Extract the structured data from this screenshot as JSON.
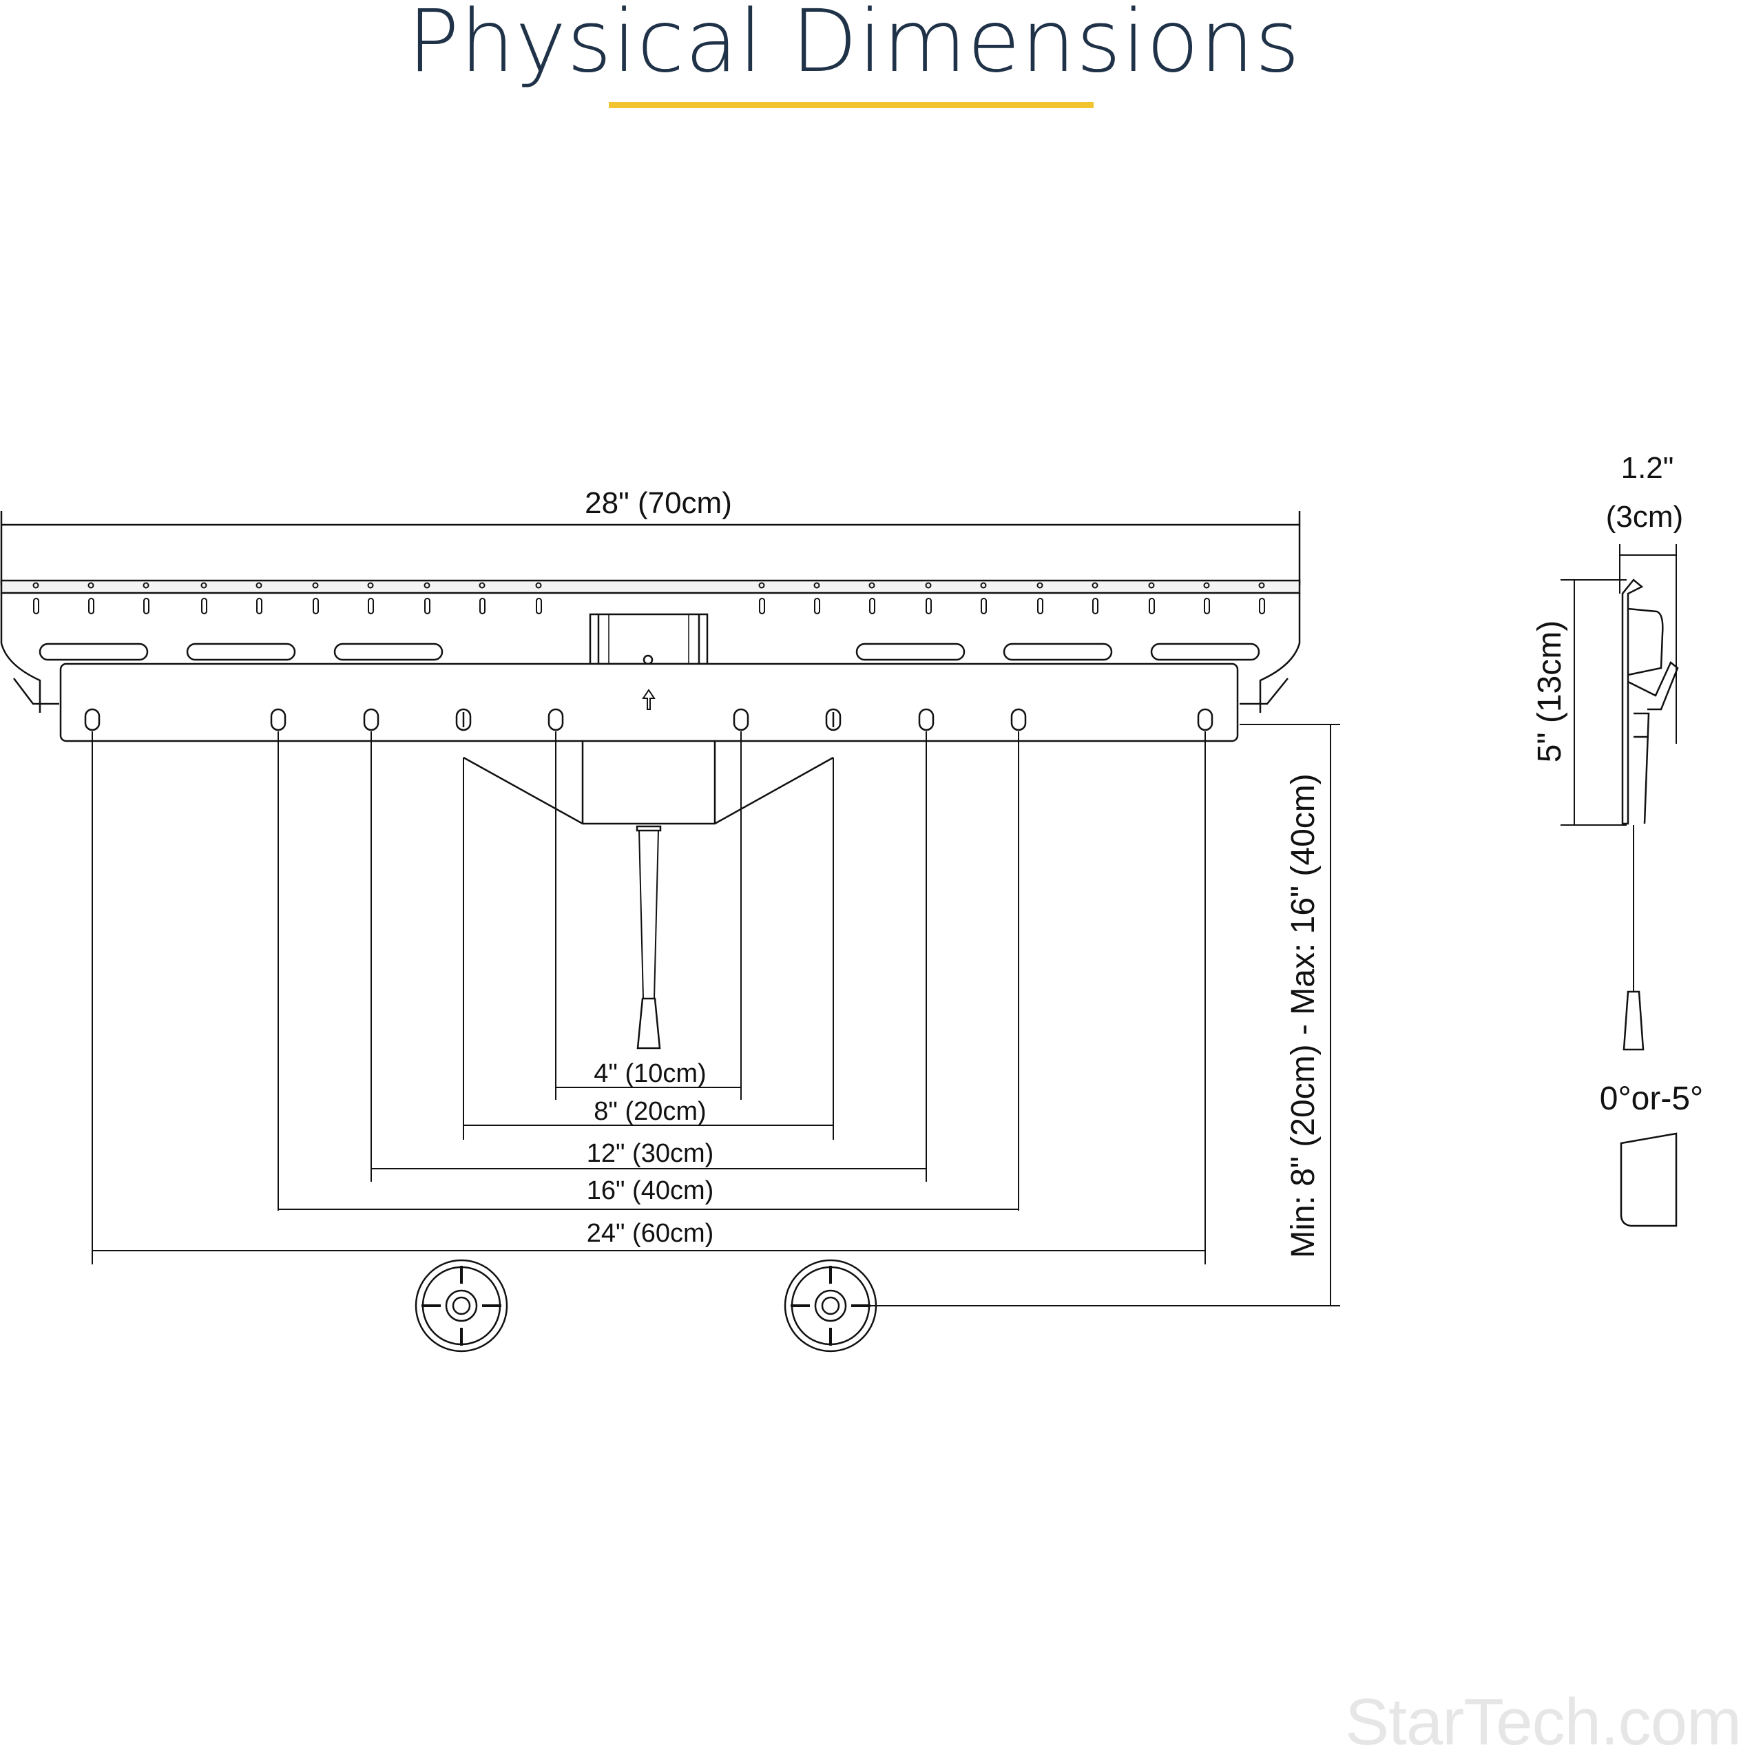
{
  "title": "Physical Dimensions",
  "colors": {
    "title": "#1f3248",
    "accent": "#f2c530",
    "line": "#111111",
    "watermark": "#e6e6e6"
  },
  "dimensions": {
    "overall_width": "28\" (70cm)",
    "vesa_4": "4\" (10cm)",
    "vesa_8": "8\" (20cm)",
    "vesa_12": "12\" (30cm)",
    "vesa_16": "16\" (40cm)",
    "vesa_24": "24\" (60cm)",
    "height_range": "Min: 8\" (20cm) - Max: 16\" (40cm)",
    "depth_value": "1.2\"",
    "depth_metric": "(3cm)",
    "side_height": "5\" (13cm)",
    "tilt": "0°or-5°"
  },
  "watermark": "StarTech.com"
}
